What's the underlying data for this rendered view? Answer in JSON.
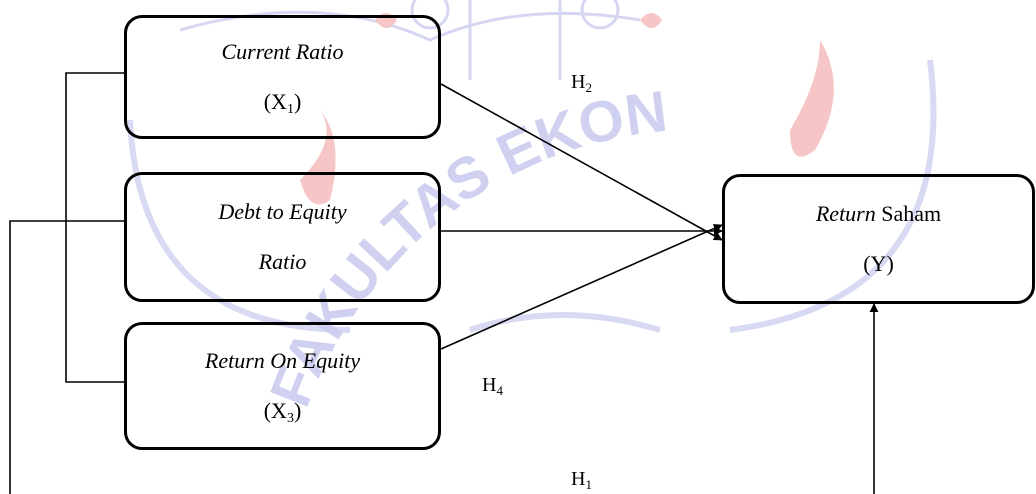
{
  "watermark": {
    "text": "FAKULTAS EKONOMI DAN BISNIS",
    "colors": {
      "blue": "#c8c9ee",
      "red": "#f6c5c5"
    }
  },
  "boxes": {
    "x1": {
      "name": "Current Ratio",
      "code": "X",
      "sub": "1"
    },
    "x2": {
      "name_line1": "Debt to Equity",
      "name_line2": "Ratio"
    },
    "x3": {
      "name": "Return On Equity",
      "code": "X",
      "sub": "3"
    },
    "y": {
      "name_italic": "Return",
      "name_plain": "Saham",
      "code": "Y"
    }
  },
  "hypotheses": {
    "h1": {
      "letter": "H",
      "sub": "1"
    },
    "h2": {
      "letter": "H",
      "sub": "2"
    },
    "h4": {
      "letter": "H",
      "sub": "4"
    }
  }
}
